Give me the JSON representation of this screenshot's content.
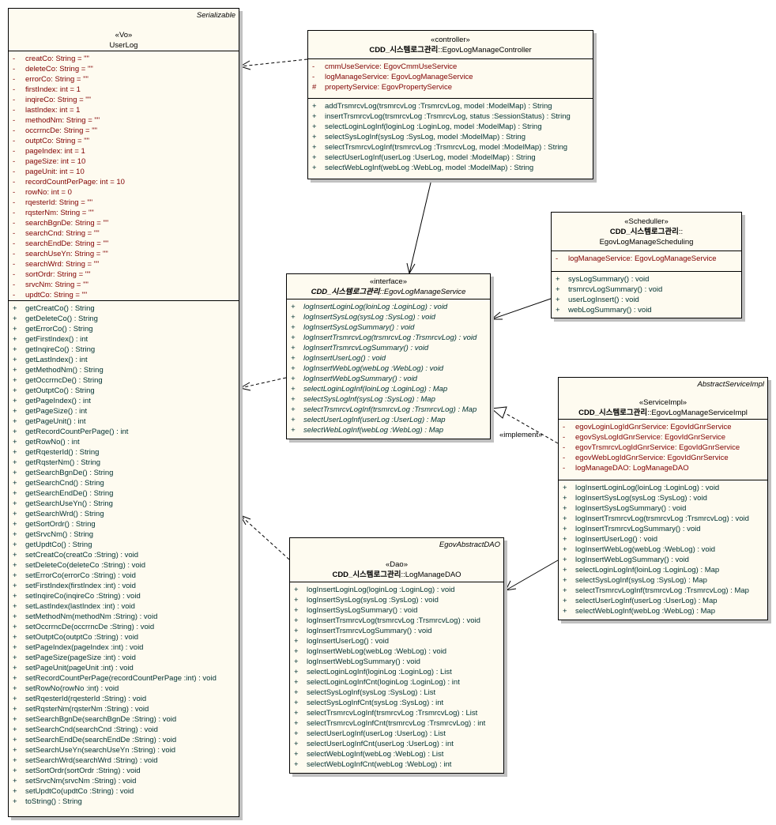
{
  "classes": {
    "userlog": {
      "parent": "Serializable",
      "stereotype": "«Vo»",
      "package": "",
      "name": "UserLog",
      "attributes": [
        {
          "vis": "-",
          "text": "creatCo:  String = \"\""
        },
        {
          "vis": "-",
          "text": "deleteCo:  String = \"\""
        },
        {
          "vis": "-",
          "text": "errorCo:  String = \"\""
        },
        {
          "vis": "-",
          "text": "firstIndex:  int = 1"
        },
        {
          "vis": "-",
          "text": "inqireCo:  String = \"\""
        },
        {
          "vis": "-",
          "text": "lastIndex:  int = 1"
        },
        {
          "vis": "-",
          "text": "methodNm:  String = \"\""
        },
        {
          "vis": "-",
          "text": "occrrncDe:  String = \"\""
        },
        {
          "vis": "-",
          "text": "outptCo:  String = \"\""
        },
        {
          "vis": "-",
          "text": "pageIndex:  int = 1"
        },
        {
          "vis": "-",
          "text": "pageSize:  int = 10"
        },
        {
          "vis": "-",
          "text": "pageUnit:  int = 10"
        },
        {
          "vis": "-",
          "text": "recordCountPerPage:  int = 10"
        },
        {
          "vis": "-",
          "text": "rowNo:  int = 0"
        },
        {
          "vis": "-",
          "text": "rqesterId:  String = \"\""
        },
        {
          "vis": "-",
          "text": "rqsterNm:  String = \"\""
        },
        {
          "vis": "-",
          "text": "searchBgnDe:  String = \"\""
        },
        {
          "vis": "-",
          "text": "searchCnd:  String = \"\""
        },
        {
          "vis": "-",
          "text": "searchEndDe:  String = \"\""
        },
        {
          "vis": "-",
          "text": "searchUseYn:  String = \"\""
        },
        {
          "vis": "-",
          "text": "searchWrd:  String = \"\""
        },
        {
          "vis": "-",
          "text": "sortOrdr:  String = \"\""
        },
        {
          "vis": "-",
          "text": "srvcNm:  String = \"\""
        },
        {
          "vis": "-",
          "text": "updtCo:  String = \"\""
        }
      ],
      "operations": [
        {
          "vis": "+",
          "text": "getCreatCo() : String"
        },
        {
          "vis": "+",
          "text": "getDeleteCo() : String"
        },
        {
          "vis": "+",
          "text": "getErrorCo() : String"
        },
        {
          "vis": "+",
          "text": "getFirstIndex() : int"
        },
        {
          "vis": "+",
          "text": "getInqireCo() : String"
        },
        {
          "vis": "+",
          "text": "getLastIndex() : int"
        },
        {
          "vis": "+",
          "text": "getMethodNm() : String"
        },
        {
          "vis": "+",
          "text": "getOccrrncDe() : String"
        },
        {
          "vis": "+",
          "text": "getOutptCo() : String"
        },
        {
          "vis": "+",
          "text": "getPageIndex() : int"
        },
        {
          "vis": "+",
          "text": "getPageSize() : int"
        },
        {
          "vis": "+",
          "text": "getPageUnit() : int"
        },
        {
          "vis": "+",
          "text": "getRecordCountPerPage() : int"
        },
        {
          "vis": "+",
          "text": "getRowNo() : int"
        },
        {
          "vis": "+",
          "text": "getRqesterId() : String"
        },
        {
          "vis": "+",
          "text": "getRqsterNm() : String"
        },
        {
          "vis": "+",
          "text": "getSearchBgnDe() : String"
        },
        {
          "vis": "+",
          "text": "getSearchCnd() : String"
        },
        {
          "vis": "+",
          "text": "getSearchEndDe() : String"
        },
        {
          "vis": "+",
          "text": "getSearchUseYn() : String"
        },
        {
          "vis": "+",
          "text": "getSearchWrd() : String"
        },
        {
          "vis": "+",
          "text": "getSortOrdr() : String"
        },
        {
          "vis": "+",
          "text": "getSrvcNm() : String"
        },
        {
          "vis": "+",
          "text": "getUpdtCo() : String"
        },
        {
          "vis": "+",
          "text": "setCreatCo(creatCo :String) : void"
        },
        {
          "vis": "+",
          "text": "setDeleteCo(deleteCo :String) : void"
        },
        {
          "vis": "+",
          "text": "setErrorCo(errorCo :String) : void"
        },
        {
          "vis": "+",
          "text": "setFirstIndex(firstIndex :int) : void"
        },
        {
          "vis": "+",
          "text": "setInqireCo(inqireCo :String) : void"
        },
        {
          "vis": "+",
          "text": "setLastIndex(lastIndex :int) : void"
        },
        {
          "vis": "+",
          "text": "setMethodNm(methodNm :String) : void"
        },
        {
          "vis": "+",
          "text": "setOccrrncDe(occrrncDe :String) : void"
        },
        {
          "vis": "+",
          "text": "setOutptCo(outptCo :String) : void"
        },
        {
          "vis": "+",
          "text": "setPageIndex(pageIndex :int) : void"
        },
        {
          "vis": "+",
          "text": "setPageSize(pageSize :int) : void"
        },
        {
          "vis": "+",
          "text": "setPageUnit(pageUnit :int) : void"
        },
        {
          "vis": "+",
          "text": "setRecordCountPerPage(recordCountPerPage :int) : void"
        },
        {
          "vis": "+",
          "text": "setRowNo(rowNo :int) : void"
        },
        {
          "vis": "+",
          "text": "setRqesterId(rqesterId :String) : void"
        },
        {
          "vis": "+",
          "text": "setRqsterNm(rqsterNm :String) : void"
        },
        {
          "vis": "+",
          "text": "setSearchBgnDe(searchBgnDe :String) : void"
        },
        {
          "vis": "+",
          "text": "setSearchCnd(searchCnd :String) : void"
        },
        {
          "vis": "+",
          "text": "setSearchEndDe(searchEndDe :String) : void"
        },
        {
          "vis": "+",
          "text": "setSearchUseYn(searchUseYn :String) : void"
        },
        {
          "vis": "+",
          "text": "setSearchWrd(searchWrd :String) : void"
        },
        {
          "vis": "+",
          "text": "setSortOrdr(sortOrdr :String) : void"
        },
        {
          "vis": "+",
          "text": "setSrvcNm(srvcNm :String) : void"
        },
        {
          "vis": "+",
          "text": "setUpdtCo(updtCo :String) : void"
        },
        {
          "vis": "+",
          "text": "toString() : String"
        }
      ]
    },
    "controller": {
      "parent": "",
      "stereotype": "«controller»",
      "package": "CDD_시스템로그관리",
      "name": "::EgovLogManageController",
      "attributes": [
        {
          "vis": "-",
          "text": "cmmUseService:  EgovCmmUseService"
        },
        {
          "vis": "-",
          "text": "logManageService:  EgovLogManageService"
        },
        {
          "vis": "#",
          "text": "propertyService:  EgovPropertyService"
        }
      ],
      "operations": [
        {
          "vis": "+",
          "text": "addTrsmrcvLog(trsmrcvLog :TrsmrcvLog, model :ModelMap) : String"
        },
        {
          "vis": "+",
          "text": "insertTrsmrcvLog(trsmrcvLog :TrsmrcvLog, status :SessionStatus) : String"
        },
        {
          "vis": "+",
          "text": "selectLoginLogInf(loginLog :LoginLog, model :ModelMap) : String"
        },
        {
          "vis": "+",
          "text": "selectSysLogInf(sysLog :SysLog, model :ModelMap) : String"
        },
        {
          "vis": "+",
          "text": "selectTrsmrcvLogInf(trsmrcvLog :TrsmrcvLog, model :ModelMap) : String"
        },
        {
          "vis": "+",
          "text": "selectUserLogInf(userLog :UserLog, model :ModelMap) : String"
        },
        {
          "vis": "+",
          "text": "selectWebLogInf(webLog :WebLog, model :ModelMap) : String"
        }
      ]
    },
    "scheduler": {
      "parent": "",
      "stereotype": "«Scheduller»",
      "package": "CDD_시스템로그관리",
      "name_line1_suffix": "::",
      "name": "EgovLogManageScheduling",
      "attributes": [
        {
          "vis": "-",
          "text": "logManageService:  EgovLogManageService"
        }
      ],
      "operations": [
        {
          "vis": "+",
          "text": "sysLogSummary() : void"
        },
        {
          "vis": "+",
          "text": "trsmrcvLogSummary() : void"
        },
        {
          "vis": "+",
          "text": "userLogInsert() : void"
        },
        {
          "vis": "+",
          "text": "webLogSummary() : void"
        }
      ]
    },
    "service": {
      "parent": "",
      "stereotype": "«interface»",
      "package": "CDD_시스템로그관리",
      "name": "::EgovLogManageService",
      "attributes": [],
      "operations": [
        {
          "vis": "+",
          "text": "logInsertLoginLog(loinLog :LoginLog) : void"
        },
        {
          "vis": "+",
          "text": "logInsertSysLog(sysLog :SysLog) : void"
        },
        {
          "vis": "+",
          "text": "logInsertSysLogSummary() : void"
        },
        {
          "vis": "+",
          "text": "logInsertTrsmrcvLog(trsmrcvLog :TrsmrcvLog) : void"
        },
        {
          "vis": "+",
          "text": "logInsertTrsmrcvLogSummary() : void"
        },
        {
          "vis": "+",
          "text": "logInsertUserLog() : void"
        },
        {
          "vis": "+",
          "text": "logInsertWebLog(webLog :WebLog) : void"
        },
        {
          "vis": "+",
          "text": "logInsertWebLogSummary() : void"
        },
        {
          "vis": "+",
          "text": "selectLoginLogInf(loinLog :LoginLog) : Map"
        },
        {
          "vis": "+",
          "text": "selectSysLogInf(sysLog :SysLog) : Map"
        },
        {
          "vis": "+",
          "text": "selectTrsmrcvLogInf(trsmrcvLog :TrsmrcvLog) : Map"
        },
        {
          "vis": "+",
          "text": "selectUserLogInf(userLog :UserLog) : Map"
        },
        {
          "vis": "+",
          "text": "selectWebLogInf(webLog :WebLog) : Map"
        }
      ]
    },
    "serviceimpl": {
      "parent": "AbstractServiceImpl",
      "stereotype": "«ServiceImpl»",
      "package": "CDD_시스템로그관리",
      "name": "::EgovLogManageServiceImpl",
      "attributes": [
        {
          "vis": "-",
          "text": "egovLoginLogIdGnrService:  EgovIdGnrService"
        },
        {
          "vis": "-",
          "text": "egovSysLogIdGnrService:  EgovIdGnrService"
        },
        {
          "vis": "-",
          "text": "egovTrsmrcvLogIdGnrService:  EgovIdGnrService"
        },
        {
          "vis": "-",
          "text": "egovWebLogIdGnrService:  EgovIdGnrService"
        },
        {
          "vis": "-",
          "text": "logManageDAO:  LogManageDAO"
        }
      ],
      "operations": [
        {
          "vis": "+",
          "text": "logInsertLoginLog(loinLog :LoginLog) : void"
        },
        {
          "vis": "+",
          "text": "logInsertSysLog(sysLog :SysLog) : void"
        },
        {
          "vis": "+",
          "text": "logInsertSysLogSummary() : void"
        },
        {
          "vis": "+",
          "text": "logInsertTrsmrcvLog(trsmrcvLog :TrsmrcvLog) : void"
        },
        {
          "vis": "+",
          "text": "logInsertTrsmrcvLogSummary() : void"
        },
        {
          "vis": "+",
          "text": "logInsertUserLog() : void"
        },
        {
          "vis": "+",
          "text": "logInsertWebLog(webLog :WebLog) : void"
        },
        {
          "vis": "+",
          "text": "logInsertWebLogSummary() : void"
        },
        {
          "vis": "+",
          "text": "selectLoginLogInf(loinLog :LoginLog) : Map"
        },
        {
          "vis": "+",
          "text": "selectSysLogInf(sysLog :SysLog) : Map"
        },
        {
          "vis": "+",
          "text": "selectTrsmrcvLogInf(trsmrcvLog :TrsmrcvLog) : Map"
        },
        {
          "vis": "+",
          "text": "selectUserLogInf(userLog :UserLog) : Map"
        },
        {
          "vis": "+",
          "text": "selectWebLogInf(webLog :WebLog) : Map"
        }
      ]
    },
    "dao": {
      "parent": "EgovAbstractDAO",
      "stereotype": "«Dao»",
      "package": "CDD_시스템로그관리",
      "name": "::LogManageDAO",
      "attributes": [],
      "operations": [
        {
          "vis": "+",
          "text": "logInsertLoginLog(loginLog :LoginLog) : void"
        },
        {
          "vis": "+",
          "text": "logInsertSysLog(sysLog :SysLog) : void"
        },
        {
          "vis": "+",
          "text": "logInsertSysLogSummary() : void"
        },
        {
          "vis": "+",
          "text": "logInsertTrsmrcvLog(trsmrcvLog :TrsmrcvLog) : void"
        },
        {
          "vis": "+",
          "text": "logInsertTrsmrcvLogSummary() : void"
        },
        {
          "vis": "+",
          "text": "logInsertUserLog() : void"
        },
        {
          "vis": "+",
          "text": "logInsertWebLog(webLog :WebLog) : void"
        },
        {
          "vis": "+",
          "text": "logInsertWebLogSummary() : void"
        },
        {
          "vis": "+",
          "text": "selectLoginLogInf(loginLog :LoginLog) : List"
        },
        {
          "vis": "+",
          "text": "selectLoginLogInfCnt(loginLog :LoginLog) : int"
        },
        {
          "vis": "+",
          "text": "selectSysLogInf(sysLog :SysLog) : List"
        },
        {
          "vis": "+",
          "text": "selectSysLogInfCnt(sysLog :SysLog) : int"
        },
        {
          "vis": "+",
          "text": "selectTrsmrcvLogInf(trsmrcvLog :TrsmrcvLog) : List"
        },
        {
          "vis": "+",
          "text": "selectTrsmrcvLogInfCnt(trsmrcvLog :TrsmrcvLog) : int"
        },
        {
          "vis": "+",
          "text": "selectUserLogInf(userLog :UserLog) : List"
        },
        {
          "vis": "+",
          "text": "selectUserLogInfCnt(userLog :UserLog) : int"
        },
        {
          "vis": "+",
          "text": "selectWebLogInf(webLog :WebLog) : List"
        },
        {
          "vis": "+",
          "text": "selectWebLogInfCnt(webLog :WebLog) : int"
        }
      ]
    }
  },
  "relations": {
    "implement_label": "«implement»"
  },
  "colors": {
    "box_fill": "#fefbf0",
    "attribute_text": "#800000",
    "operation_text": "#003030",
    "shadow": "#c0c0c0"
  }
}
